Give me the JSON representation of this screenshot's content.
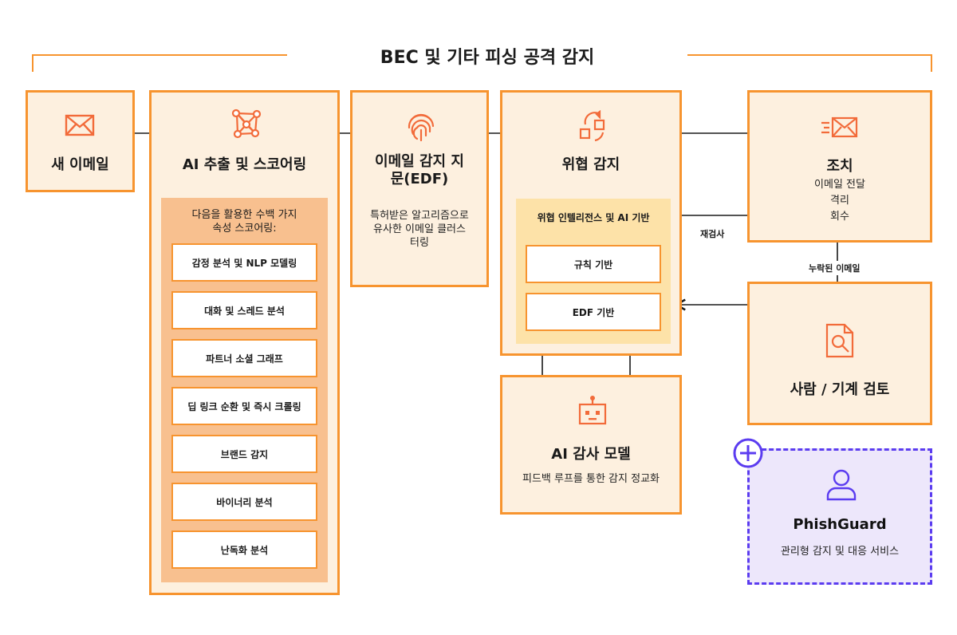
{
  "colors": {
    "accent": "#f7942f",
    "box_fill": "#fdf0df",
    "panel_fill": "#f8c08f",
    "intel_fill": "#fde2a8",
    "icon": "#f26b3a",
    "guard_border": "#5b3cf0",
    "guard_fill": "#ede7fb"
  },
  "header": {
    "title": "BEC 및 기타 피싱 공격 감지"
  },
  "new_email": {
    "title": "새 이메일",
    "icon": "envelope-icon"
  },
  "ai_extract": {
    "title": "AI 추출 및 스코어링",
    "icon": "network-icon",
    "panel_heading": "다음을 활용한 수백 가지\n속성 스코어링:",
    "features": [
      "감정 분석 및 NLP 모델링",
      "대화 및 스레드 분석",
      "파트너 소셜 그래프",
      "딥 링크 순환 및 즉시 크롤링",
      "브랜드 감지",
      "바이너리 분석",
      "난독화 분석"
    ]
  },
  "fingerprint": {
    "title": "이메일 감지 지\n문(EDF)",
    "icon": "fingerprint-icon",
    "description": "특허받은 알고리즘으로\n유사한 이메일 클러스\n터링"
  },
  "threat": {
    "title": "위협 감지",
    "icon": "cycle-icon",
    "intel_heading": "위협 인텔리전스 및 AI 기반",
    "rule_based": "규칙 기반",
    "edf_based": "EDF 기반"
  },
  "action": {
    "title": "조치",
    "icon": "fast-mail-icon",
    "items": [
      "이메일 전달",
      "격리",
      "회수"
    ]
  },
  "arrows": {
    "recheck": "재검사",
    "missed": "누락된 이메일"
  },
  "review": {
    "title": "사람 / 기계 검토",
    "icon": "document-search-icon"
  },
  "ai_audit": {
    "title": "AI 감사 모델",
    "icon": "robot-icon",
    "description": "피드백 루프를 통한 감지 정교화"
  },
  "phishguard": {
    "title": "PhishGuard",
    "icon": "user-icon",
    "badge_icon": "plus-circle-icon",
    "description": "관리형 감지 및 대응 서비스"
  }
}
